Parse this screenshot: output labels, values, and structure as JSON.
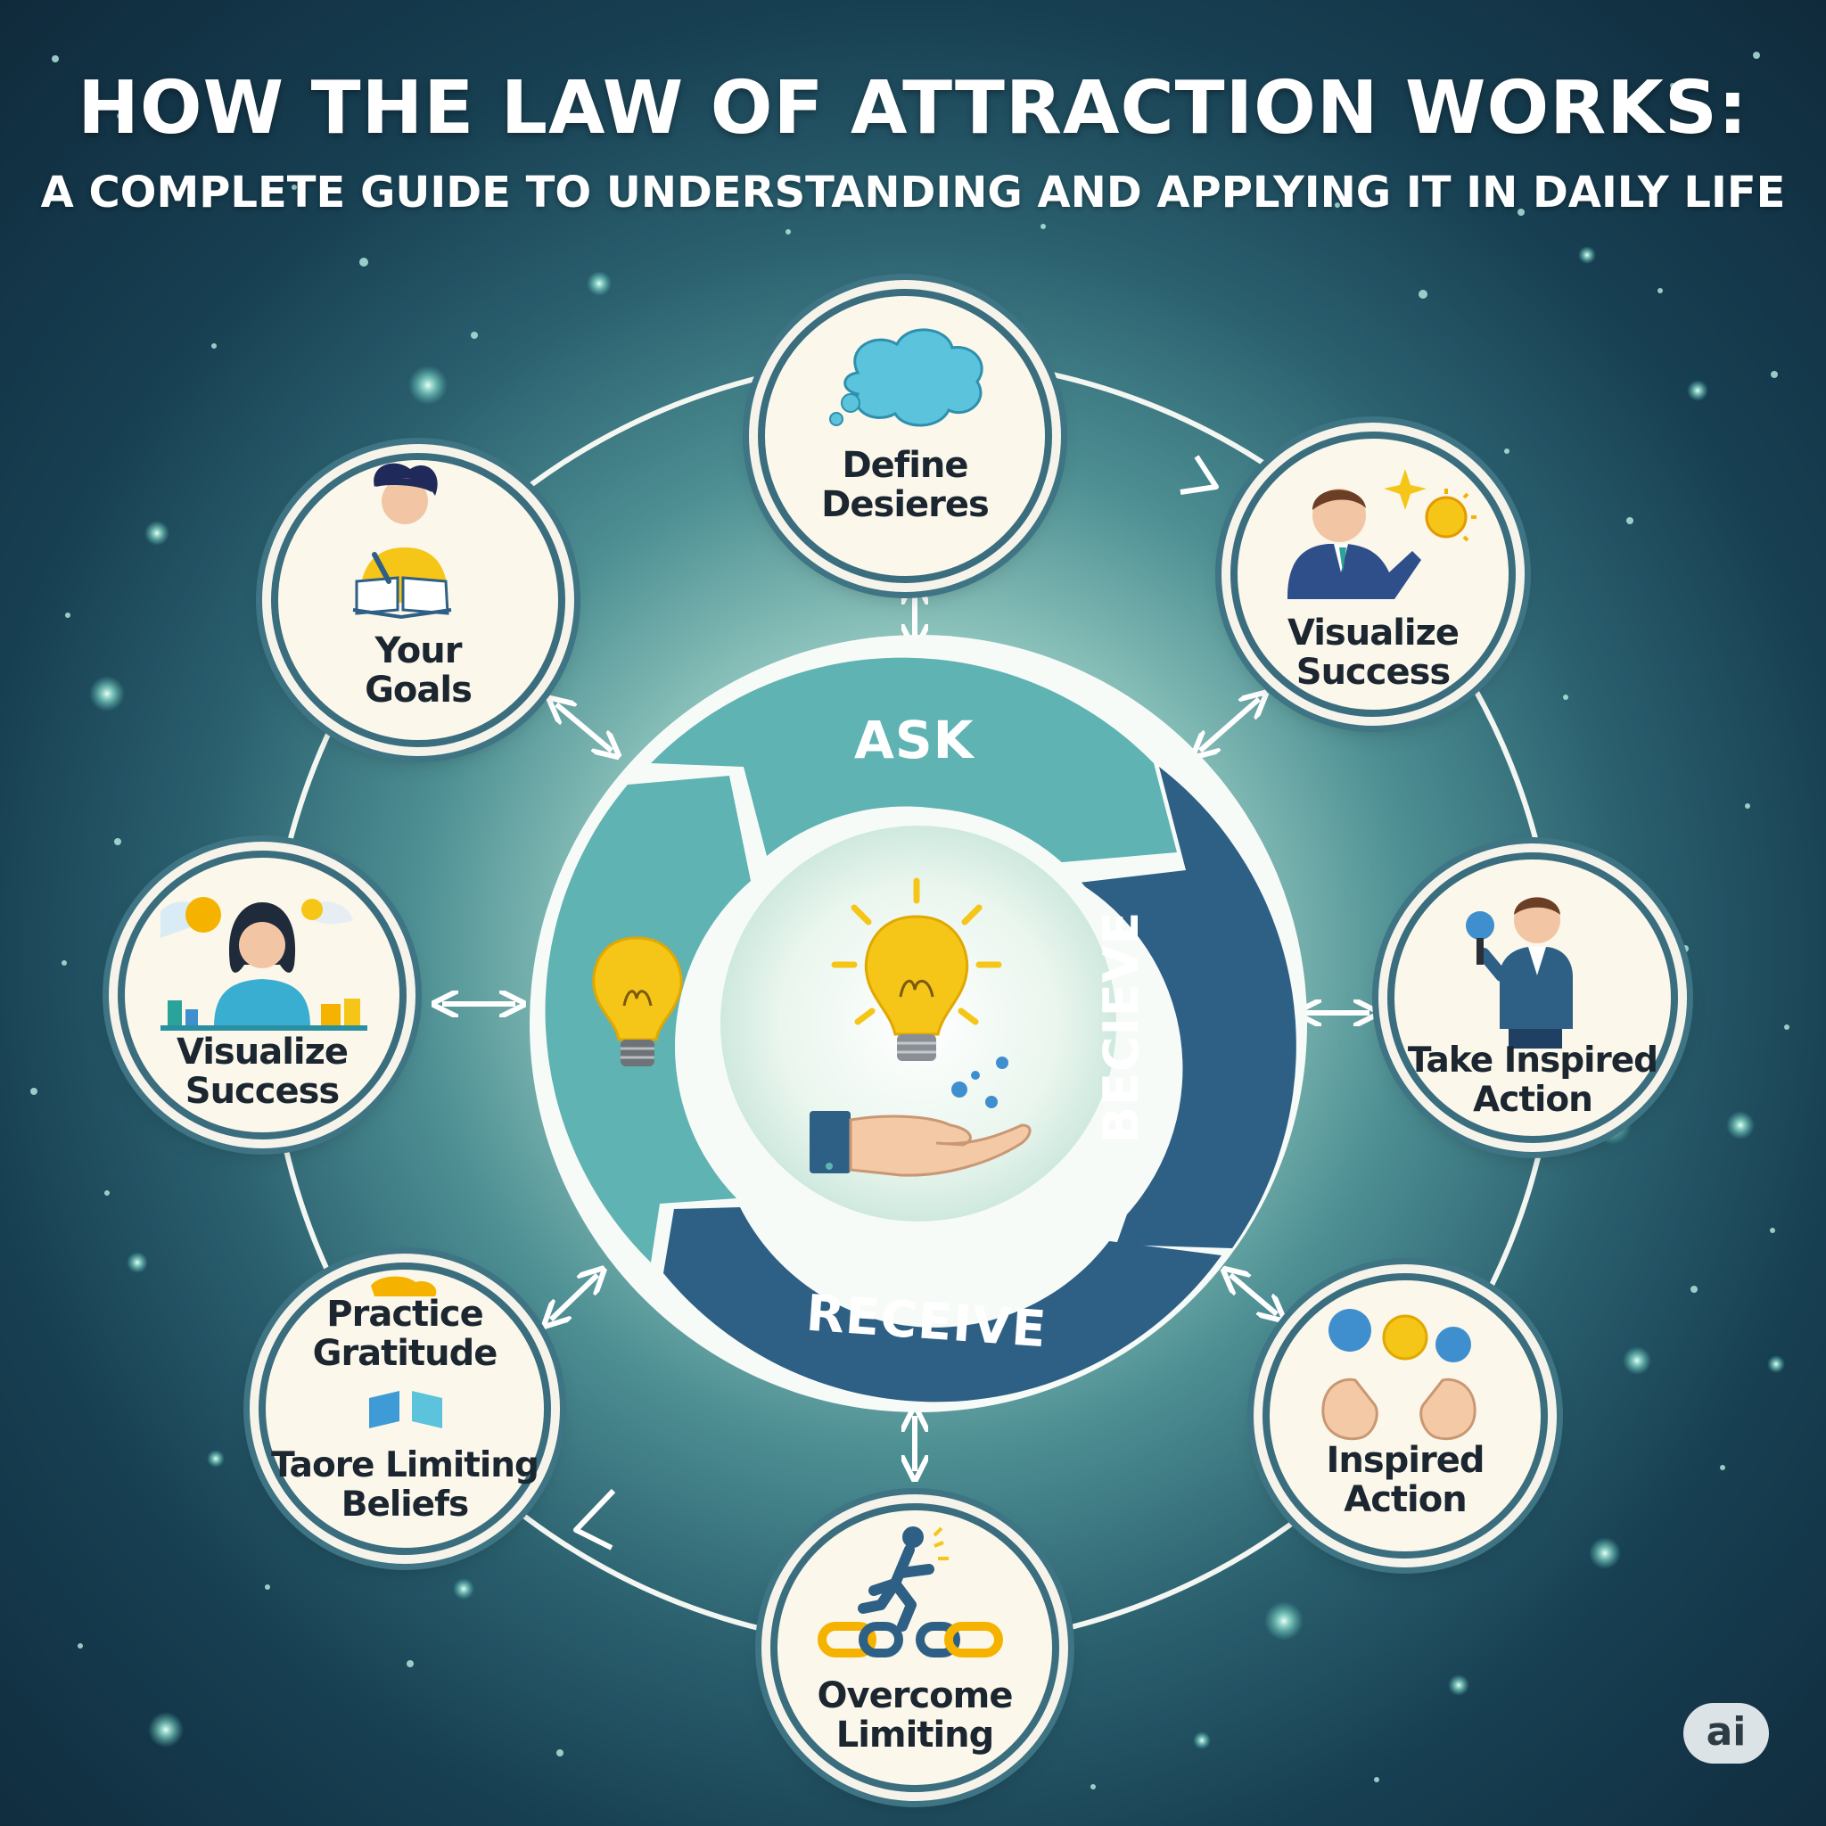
{
  "header": {
    "title": "HOW THE LAW OF ATTRACTION WORKS:",
    "subtitle": "A COMPLETE GUIDE TO UNDERSTANDING AND APPLYING IT IN DAILY LIFE"
  },
  "cycle": {
    "segments": {
      "ask": "ASK",
      "believe": "BECIEVE",
      "receive": "RECEIVE"
    }
  },
  "nodes": {
    "define": {
      "line1": "Define",
      "line2": "Desieres",
      "icon": "thought-cloud-icon"
    },
    "visualize_top": {
      "line1": "Visualize",
      "line2": "Success",
      "icon": "businessman-star-icon"
    },
    "take_action": {
      "line1": "Take Inspired",
      "line2": "Action",
      "icon": "man-microphone-icon"
    },
    "inspired_action": {
      "line1": "Inspired",
      "line2": "Action",
      "icon": "open-hands-icon"
    },
    "overcome": {
      "line1": "Overcome",
      "line2": "Limiting",
      "icon": "running-broken-chain-icon"
    },
    "gratitude": {
      "line1": "Practice",
      "line2": "Gratitude",
      "line3": "Taore Limiting",
      "line4": "Beliefs",
      "icon": "hands-icon"
    },
    "visualize_left": {
      "line1": "Visualize",
      "line2": "Success",
      "icon": "woman-sunrise-icon"
    },
    "goals": {
      "line1": "Your",
      "line2": "Goals",
      "icon": "woman-writing-icon"
    }
  },
  "badge": {
    "text": "ai"
  },
  "colors": {
    "teal_segment": "#5fb3b3",
    "navy_segment": "#2e5f85",
    "node_border": "#3a6d7e",
    "node_fill": "#fbf7ea",
    "bulb_yellow": "#f5c518"
  }
}
